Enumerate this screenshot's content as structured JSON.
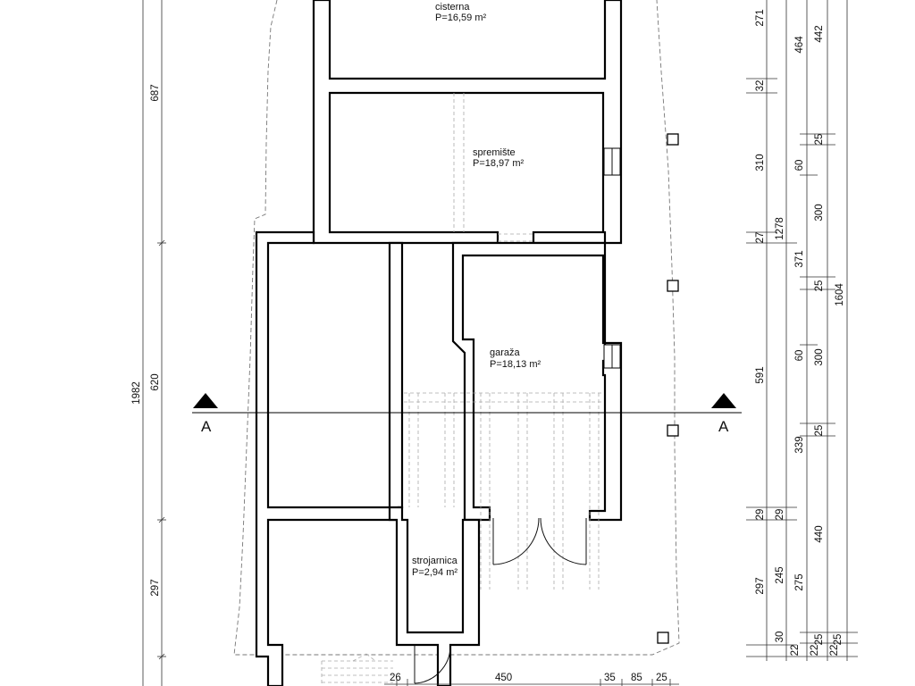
{
  "rooms": {
    "cisterna": {
      "name": "cisterna",
      "area": "P=16,59 m²"
    },
    "spremiste": {
      "name": "spremište",
      "area": "P=18,97 m²"
    },
    "garaza": {
      "name": "garaža",
      "area": "P=18,13 m²"
    },
    "strojarnica": {
      "name": "strojarnica",
      "area": "P=2,94 m²"
    }
  },
  "section_marks": {
    "left": "A",
    "right": "A"
  },
  "dimensions": {
    "left_outer": "1982",
    "left_687": "687",
    "left_620": "620",
    "left_297": "297",
    "r1_271": "271",
    "r1_32": "32",
    "r1_310": "310",
    "r1_27": "27",
    "r1_591": "591",
    "r1_29": "29",
    "r1_297": "297",
    "r1_30": "30",
    "r1_22": "22",
    "r2_1278": "1278",
    "r2_29": "29",
    "r2_245": "245",
    "r2_22": "22",
    "r3_464": "464",
    "r3_60a": "60",
    "r3_371": "371",
    "r3_60b": "60",
    "r3_339": "339",
    "r3_275": "275",
    "r3_25": "25",
    "r4_442": "442",
    "r4_25a": "25",
    "r4_300a": "300",
    "r4_25b": "25",
    "r4_300b": "300",
    "r4_25c": "25",
    "r4_440": "440",
    "r4_25d": "25",
    "r5_1604": "1604",
    "r5_22": "22",
    "b_26": "26",
    "b_450": "450",
    "b_35": "35",
    "b_85": "85",
    "b_25": "25"
  }
}
